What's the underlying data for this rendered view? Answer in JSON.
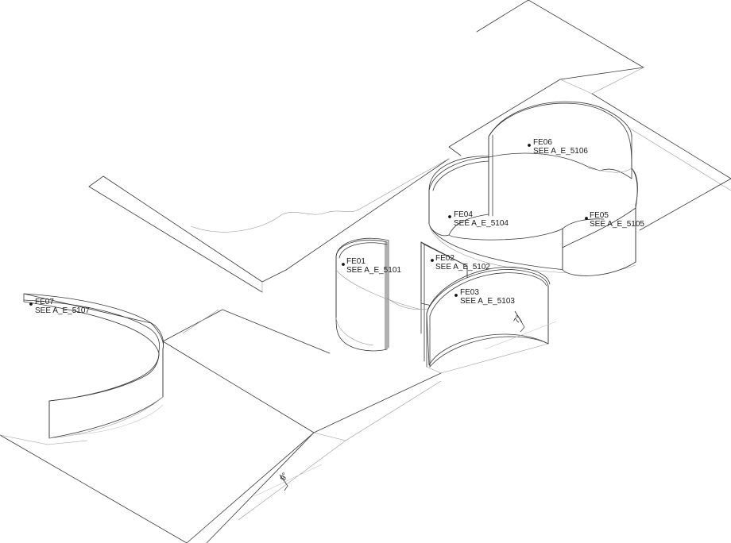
{
  "callouts": [
    {
      "id": "fe01",
      "code": "FE01",
      "ref": "SEE A_E_5101"
    },
    {
      "id": "fe02",
      "code": "FE02",
      "ref": "SEE A_E_5102"
    },
    {
      "id": "fe03",
      "code": "FE03",
      "ref": "SEE A_E_5103"
    },
    {
      "id": "fe04",
      "code": "FE04",
      "ref": "SEE A_E_5104"
    },
    {
      "id": "fe05",
      "code": "FE05",
      "ref": "SEE A_E_5105"
    },
    {
      "id": "fe06",
      "code": "FE06",
      "ref": "SEE A_E_5106"
    },
    {
      "id": "fe07",
      "code": "FE07",
      "ref": "SEE A_E_5107"
    }
  ],
  "angles": [
    {
      "id": "slope-right",
      "label": "7°"
    },
    {
      "id": "slope-ramp",
      "label": "9°"
    }
  ]
}
